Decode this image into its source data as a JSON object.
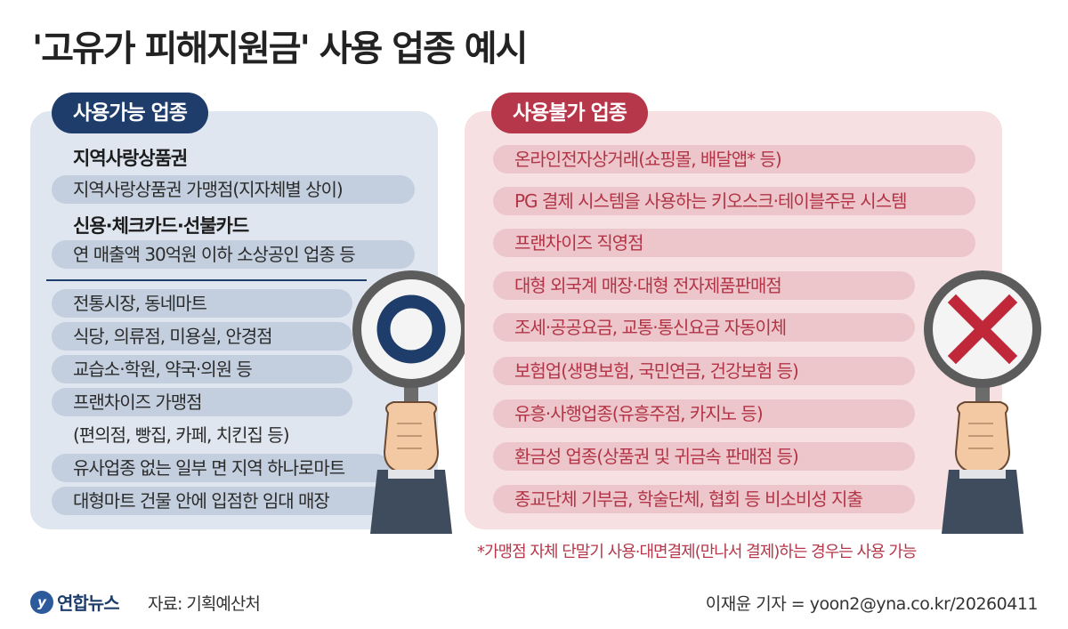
{
  "title": "'고유가 피해지원금' 사용 업종 예시",
  "allowed": {
    "badge": "사용가능 업종",
    "heading1": "지역사랑상품권",
    "item1": "지역사랑상품권 가맹점(지자체별 상이)",
    "heading2": "신용·체크카드·선불카드",
    "item2": "연 매출액 30억원 이하 소상공인 업종 등",
    "examples": [
      "전통시장, 동네마트",
      "식당, 의류점, 미용실, 안경점",
      "교습소·학원, 약국·의원 등",
      "프랜차이즈 가맹점",
      "(편의점, 빵집, 카페, 치킨집 등)",
      "유사업종 없는 일부 면 지역 하나로마트",
      "대형마트 건물 안에 입점한 임대 매장"
    ],
    "symbol": "O"
  },
  "disallowed": {
    "badge": "사용불가 업종",
    "items": [
      "온라인전자상거래(쇼핑몰, 배달앱* 등)",
      "PG 결제 시스템을 사용하는 키오스크·테이블주문 시스템",
      "프랜차이즈 직영점",
      "대형 외국계 매장·대형 전자제품판매점",
      "조세·공공요금, 교통·통신요금 자동이체",
      "보험업(생명보험, 국민연금, 건강보험 등)",
      "유흥·사행업종(유흥주점, 카지노 등)",
      "환금성 업종(상품권 및 귀금속 판매점 등)",
      "종교단체 기부금, 학술단체, 협회 등 비소비성 지출"
    ],
    "symbol": "X",
    "note": "*가맹점 자체 단말기 사용·대면결제(만나서 결제)하는 경우는 사용 가능"
  },
  "footer": {
    "logo_text": "연합뉴스",
    "source": "자료: 기획예산처",
    "credit": "이재윤 기자 = yoon2@yna.co.kr/20260411"
  },
  "colors": {
    "navy": "#1f3d6b",
    "red": "#b7374a",
    "left_panel": "#dfe6ef",
    "right_panel": "#f6e0e1"
  },
  "icons": [
    "magnifier-o-icon",
    "magnifier-x-icon",
    "yonhap-logo-icon"
  ]
}
